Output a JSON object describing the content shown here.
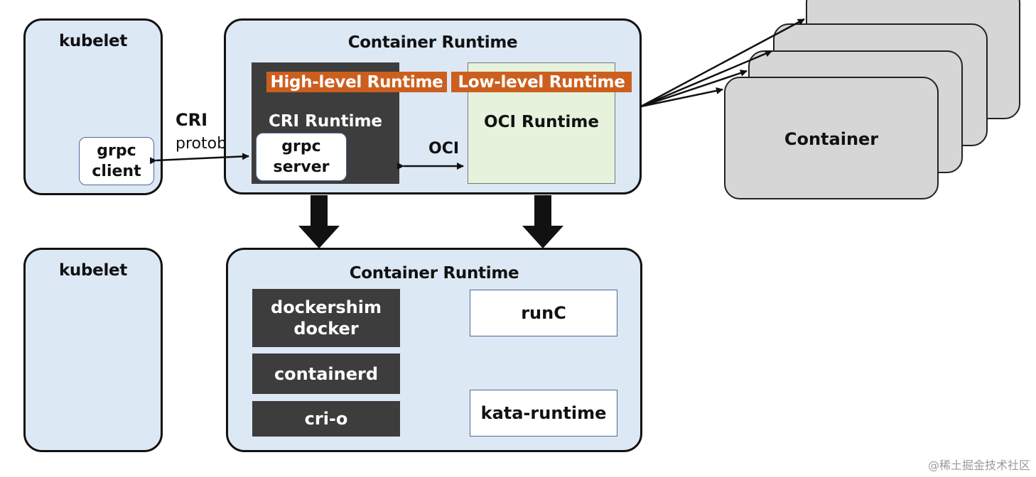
{
  "top": {
    "kubelet_label": "kubelet",
    "grpc_client_label": [
      "grpc",
      "client"
    ],
    "cri_label": "CRI",
    "protobuf_label": "protobuf",
    "runtime_title": "Container Runtime",
    "high_level_label": "High-level Runtime",
    "low_level_label": "Low-level Runtime",
    "cri_runtime_label": "CRI Runtime",
    "grpc_server_label": [
      "grpc",
      "server"
    ],
    "oci_label": "OCI",
    "oci_runtime_label": "OCI Runtime",
    "container_label": "Container"
  },
  "bottom": {
    "kubelet_label": "kubelet",
    "runtime_title": "Container Runtime",
    "high_level_impls": [
      [
        "dockershim",
        "docker"
      ],
      [
        "containerd"
      ],
      [
        "cri-o"
      ]
    ],
    "low_level_impls": [
      "runC",
      "kata-runtime"
    ]
  },
  "watermark": "@稀土掘金技术社区",
  "colors": {
    "box_fill": "#dde8f5",
    "dark_fill": "#3d3d3d",
    "orange_label": "#cc5f1e",
    "oci_fill": "#e6f2dc",
    "container_fill": "#d6d6d6"
  }
}
